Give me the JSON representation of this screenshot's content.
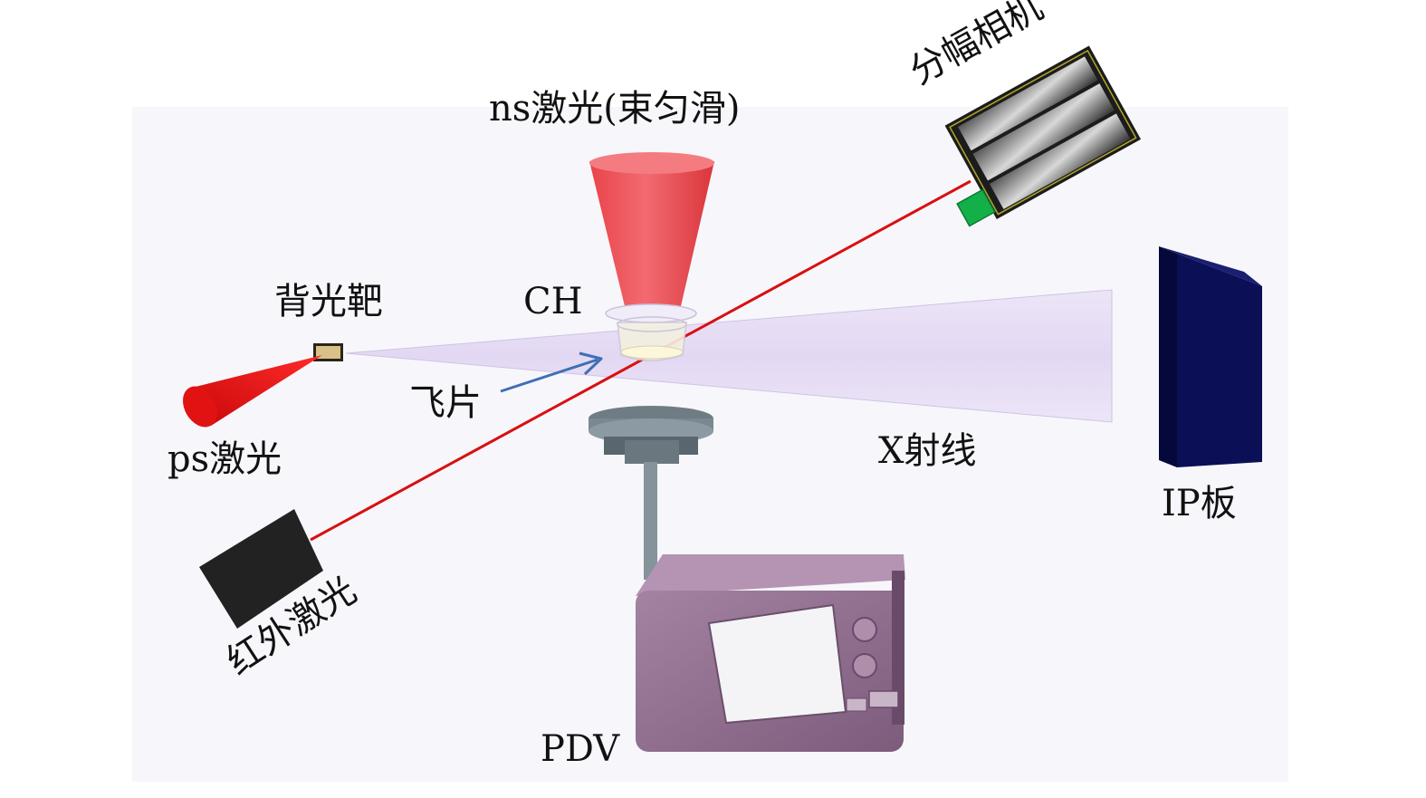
{
  "labels": {
    "ns_laser": "ns激光(束匀滑)",
    "framing_camera": "分幅相机",
    "backlight_target": "背光靶",
    "ch": "CH",
    "ps_laser": "ps激光",
    "flyer": "飞片",
    "xray": "X射线",
    "ip_plate": "IP板",
    "ir_laser": "红外激光",
    "pdv": "PDV"
  },
  "colors": {
    "panel_bg": "#f7f6fb",
    "xray_cone": "#e6dcf5",
    "ns_cone": "#f05055",
    "ps_cone": "#e01010",
    "red_beam": "#d81010",
    "ip_plate": "#0b0f55",
    "camera_body": "#222222",
    "camera_lens": "#13b04a",
    "pdv_body": "#8e6a8c",
    "pdv_screen": "#f4f4f6",
    "stage_top": "#8b9aa3",
    "flyer_arrow": "#3f6fb5"
  }
}
